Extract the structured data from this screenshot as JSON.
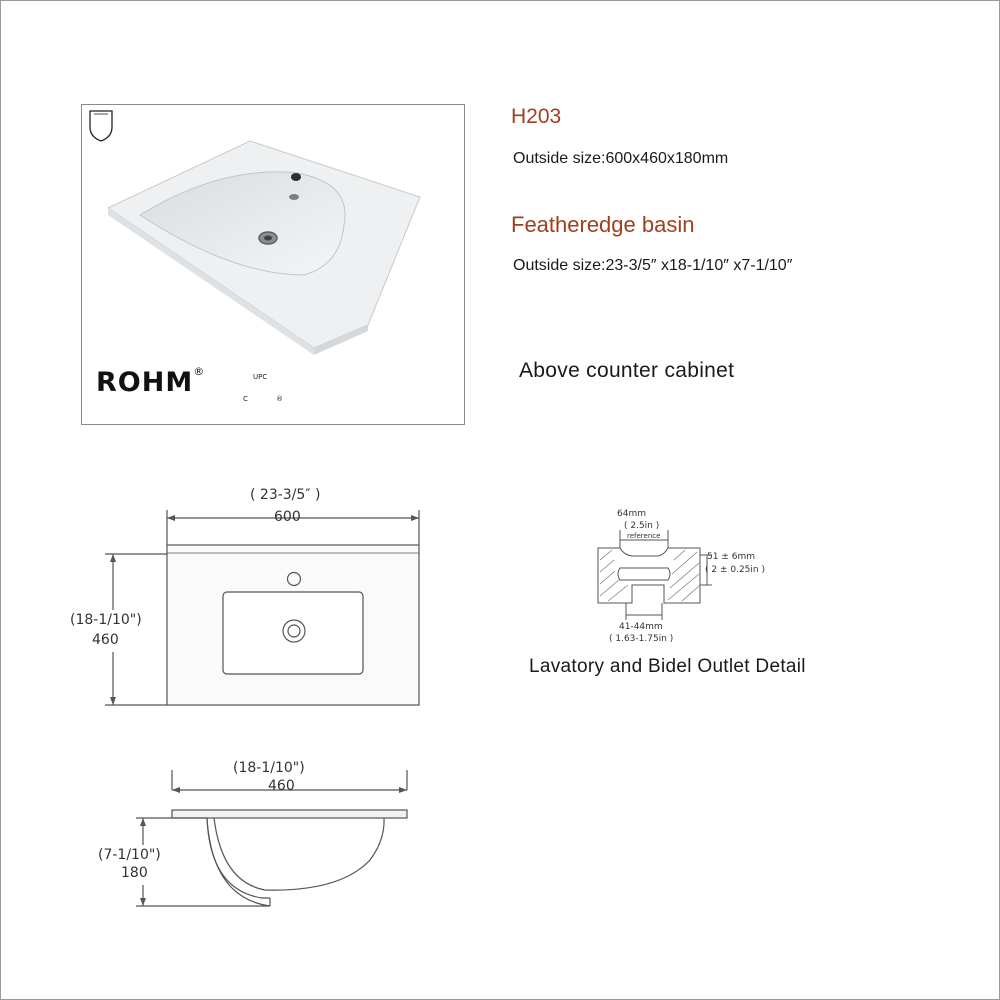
{
  "product": {
    "model": "H203",
    "spec_metric": "Outside size:600x460x180mm",
    "name": "Featheredge basin",
    "spec_imperial": "Outside size:23-3/5″ x18-1/10″ x7-1/10″",
    "mount_type": "Above counter cabinet"
  },
  "photo": {
    "brand": "ROHM",
    "brand_mark": "®",
    "cert_text": "UPC",
    "cert_c": "C",
    "cert_r": "®"
  },
  "top_view": {
    "width_in": "( 23-3/5″ )",
    "width_mm": "600",
    "depth_in": "(18-1/10\")",
    "depth_mm": "460"
  },
  "section_view": {
    "depth_in": "(18-1/10\")",
    "depth_mm": "460",
    "height_in": "(7-1/10\")",
    "height_mm": "180"
  },
  "outlet_detail": {
    "width_mm": "64mm",
    "width_in": "( 2.5in )",
    "reference": "reference",
    "height_mm": "51 ± 6mm",
    "height_in": "( 2 ± 0.25in )",
    "bottom_mm": "41-44mm",
    "bottom_in": "( 1.63-1.75in )",
    "caption": "Lavatory and Bidel Outlet Detail"
  },
  "colors": {
    "accent": "#a0401e",
    "line": "#555555"
  }
}
